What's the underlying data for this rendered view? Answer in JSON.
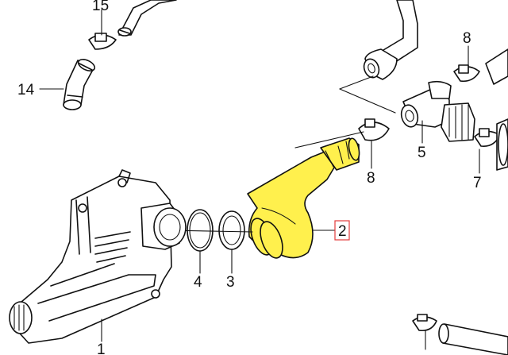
{
  "colors": {
    "highlight": "#fff04d",
    "selected_box": "#e23b3b",
    "line": "#111111"
  },
  "callouts": {
    "p1": "1",
    "p2": "2",
    "p3": "3",
    "p4": "4",
    "p5": "5",
    "p7": "7",
    "p8a": "8",
    "p8b": "8",
    "p14": "14",
    "p15": "15"
  },
  "selected_part": "2"
}
